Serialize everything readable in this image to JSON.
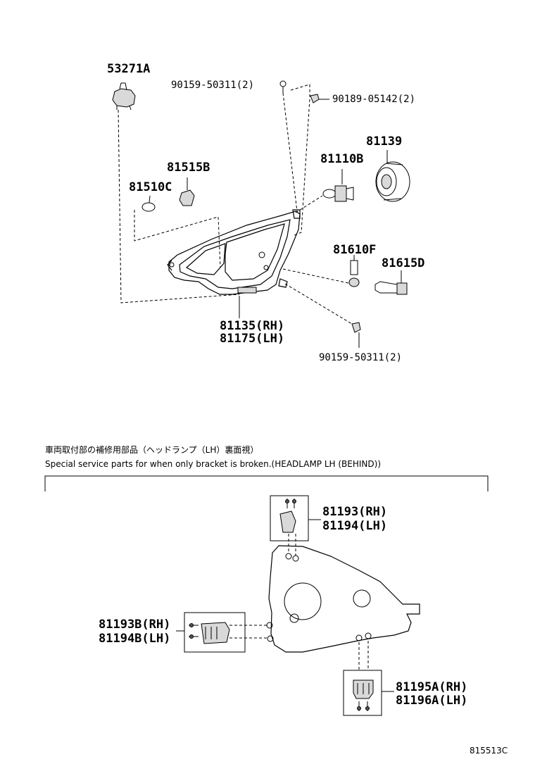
{
  "labels": {
    "p53271A": "53271A",
    "p90159_top": "90159-50311(2)",
    "p90189": "90189-05142(2)",
    "p81139": "81139",
    "p81110B": "81110B",
    "p81515B": "81515B",
    "p81510C": "81510C",
    "p81610F": "81610F",
    "p81615D": "81615D",
    "p81135": "81135(RH)",
    "p81175": "81175(LH)",
    "p90159_bottom": "90159-50311(2)",
    "p81193": "81193(RH)",
    "p81194": "81194(LH)",
    "p81193B": "81193B(RH)",
    "p81194B": "81194B(LH)",
    "p81195A": "81195A(RH)",
    "p81196A": "81196A(LH)"
  },
  "notes": {
    "jp": "車両取付部の補修用部品（ヘッドランプ（LH）裏面視）",
    "en": "Special service parts for when only bracket is broken.(HEADLAMP LH (BEHIND))"
  },
  "ref_code": "815513C"
}
